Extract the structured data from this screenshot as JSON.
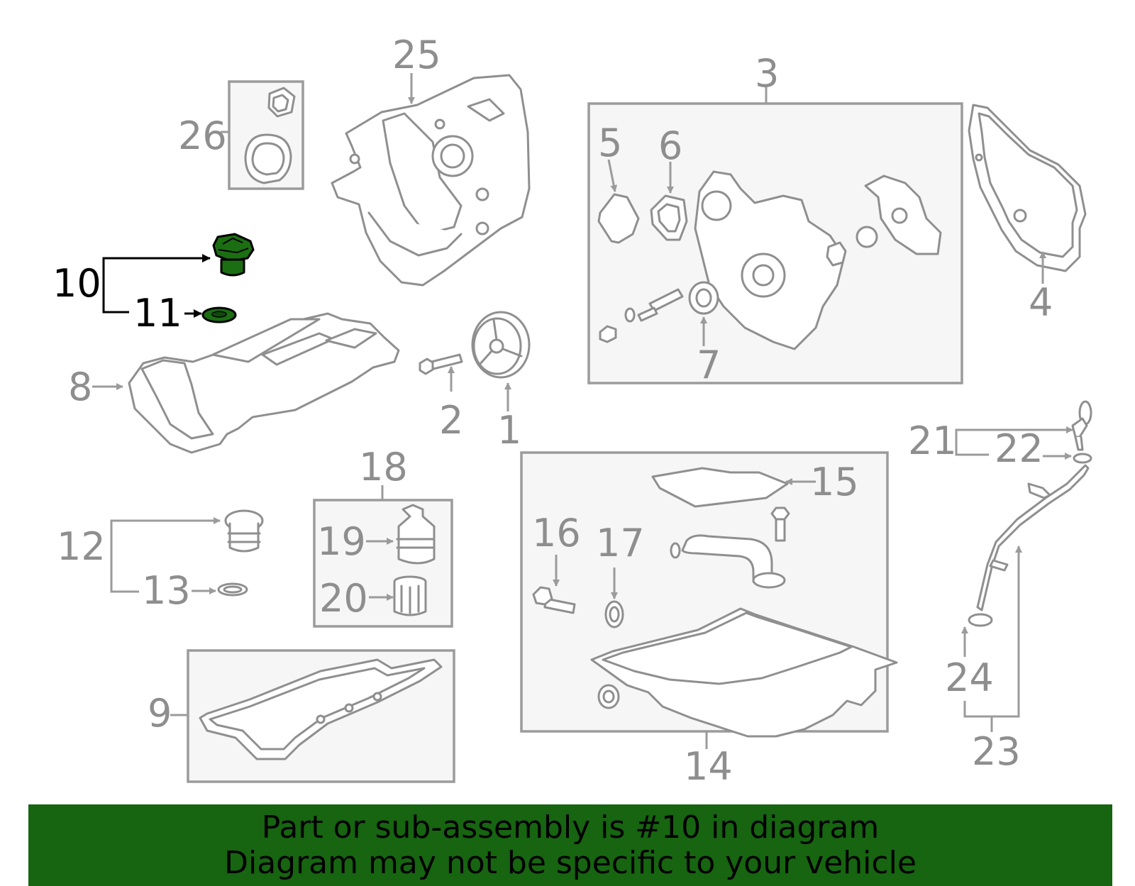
{
  "callouts": {
    "c1": "1",
    "c2": "2",
    "c3": "3",
    "c4": "4",
    "c5": "5",
    "c6": "6",
    "c7": "7",
    "c8": "8",
    "c9": "9",
    "c10": "10",
    "c11": "11",
    "c12": "12",
    "c13": "13",
    "c14": "14",
    "c15": "15",
    "c16": "16",
    "c17": "17",
    "c18": "18",
    "c19": "19",
    "c20": "20",
    "c21": "21",
    "c22": "22",
    "c23": "23",
    "c24": "24",
    "c25": "25",
    "c26": "26"
  },
  "highlighted_part": "10",
  "banner": {
    "line1": "Part or sub-assembly is #10 in diagram",
    "line2": "Diagram may not be specific to your vehicle"
  },
  "colors": {
    "banner_bg": "#176411",
    "highlight_fill": "#1b6e12",
    "callout_gray": "#8e8e8e",
    "frame_fill": "#f6f6f6"
  }
}
